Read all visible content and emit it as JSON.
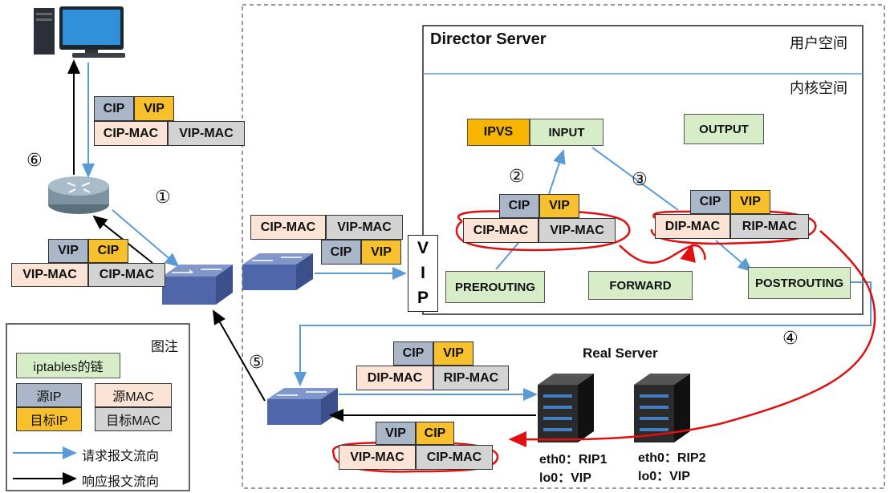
{
  "director": {
    "title": "Director Server",
    "user_space": "用户空间",
    "kernel_space": "内核空间"
  },
  "chains": {
    "ipvs": "IPVS",
    "input": "INPUT",
    "output": "OUTPUT",
    "prerouting": "PREROUTING",
    "forward": "FORWARD",
    "postrouting": "POSTROUTING"
  },
  "vip_letters": [
    "V",
    "I",
    "P"
  ],
  "real_server": {
    "title": "Real Server",
    "rs1_eth0": "eth0：RIP1",
    "rs1_lo0": "lo0：VIP",
    "rs2_eth0": "eth0：RIP2",
    "rs2_lo0": "lo0：VIP"
  },
  "steps": [
    "①",
    "②",
    "③",
    "④",
    "⑤",
    "⑥"
  ],
  "packets": {
    "p_client_req": [
      "CIP",
      "VIP",
      "CIP-MAC",
      "VIP-MAC"
    ],
    "p_client_resp": [
      "VIP",
      "CIP",
      "VIP-MAC",
      "CIP-MAC"
    ],
    "p_switch": [
      "CIP-MAC",
      "VIP-MAC",
      "CIP",
      "VIP"
    ],
    "p_prerouting": [
      "CIP",
      "VIP",
      "CIP-MAC",
      "VIP-MAC"
    ],
    "p_postrouting": [
      "CIP",
      "VIP",
      "DIP-MAC",
      "RIP-MAC"
    ],
    "p_real_req": [
      "CIP",
      "VIP",
      "DIP-MAC",
      "RIP-MAC"
    ],
    "p_real_resp": [
      "VIP",
      "CIP",
      "VIP-MAC",
      "CIP-MAC"
    ]
  },
  "legend": {
    "title": "图注",
    "chain": "iptables的链",
    "src_ip": "源IP",
    "src_mac": "源MAC",
    "dst_ip": "目标IP",
    "dst_mac": "目标MAC",
    "request": "请求报文流向",
    "response": "响应报文流向"
  },
  "colors": {
    "src_ip": "#aab7c9",
    "dst_ip": "#f7c02c",
    "src_mac": "#fbe3d5",
    "dst_mac": "#d3d3d3",
    "chain": "#d6edc8",
    "ipvs": "#f7b500",
    "request_arrow": "#5b9bd5",
    "response_arrow": "#000000",
    "highlight": "#e01010"
  }
}
